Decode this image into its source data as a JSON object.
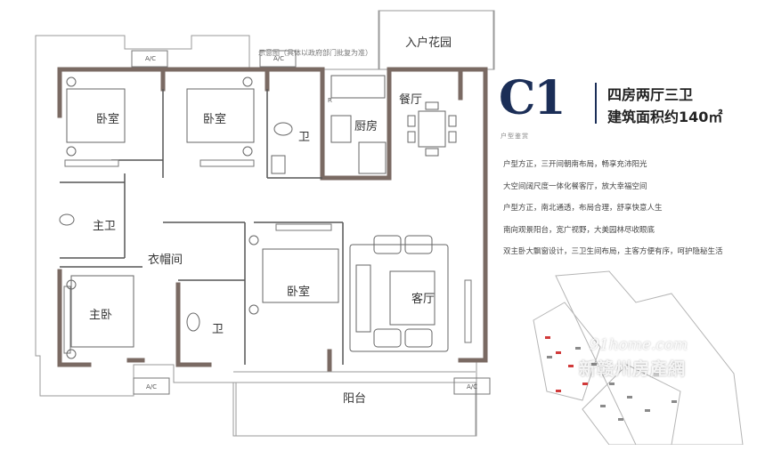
{
  "plan": {
    "note": "示意图（具体以政府部门批复为准）",
    "rooms": {
      "garden": "入户花园",
      "bedroom_a": "卧室",
      "bedroom_b": "卧室",
      "bath_a": "卫",
      "kitchen": "厨房",
      "dining": "餐厅",
      "master_bath": "主卫",
      "cloakroom": "衣帽间",
      "master_bedroom": "主卧",
      "bath_b": "卫",
      "bedroom_c": "卧室",
      "living": "客厅",
      "balcony": "阳台"
    },
    "ac_label": "A/C",
    "fridge_label": "R"
  },
  "info": {
    "code": "C1",
    "subtitle": "户型鉴赏",
    "type": "四房两厅三卫",
    "area": "建筑面积约140㎡",
    "features": [
      "户型方正，三开间朝南布局，畅享充沛阳光",
      "大空间阔尺度一体化餐客厅，放大幸福空间",
      "户型方正，南北通透，布局合理，舒享快意人生",
      "南向观景阳台，宽广视野，大美园林尽收眼底",
      "双主卧大飘窗设计，三卫生间布局，主客方便有序，呵护隐秘生活"
    ]
  },
  "watermark": {
    "en": "91home.com",
    "cn": "新赣州房產網"
  },
  "colors": {
    "wall": "#7a6a63",
    "line": "#9a9a9a",
    "brand": "#1b2e57"
  }
}
